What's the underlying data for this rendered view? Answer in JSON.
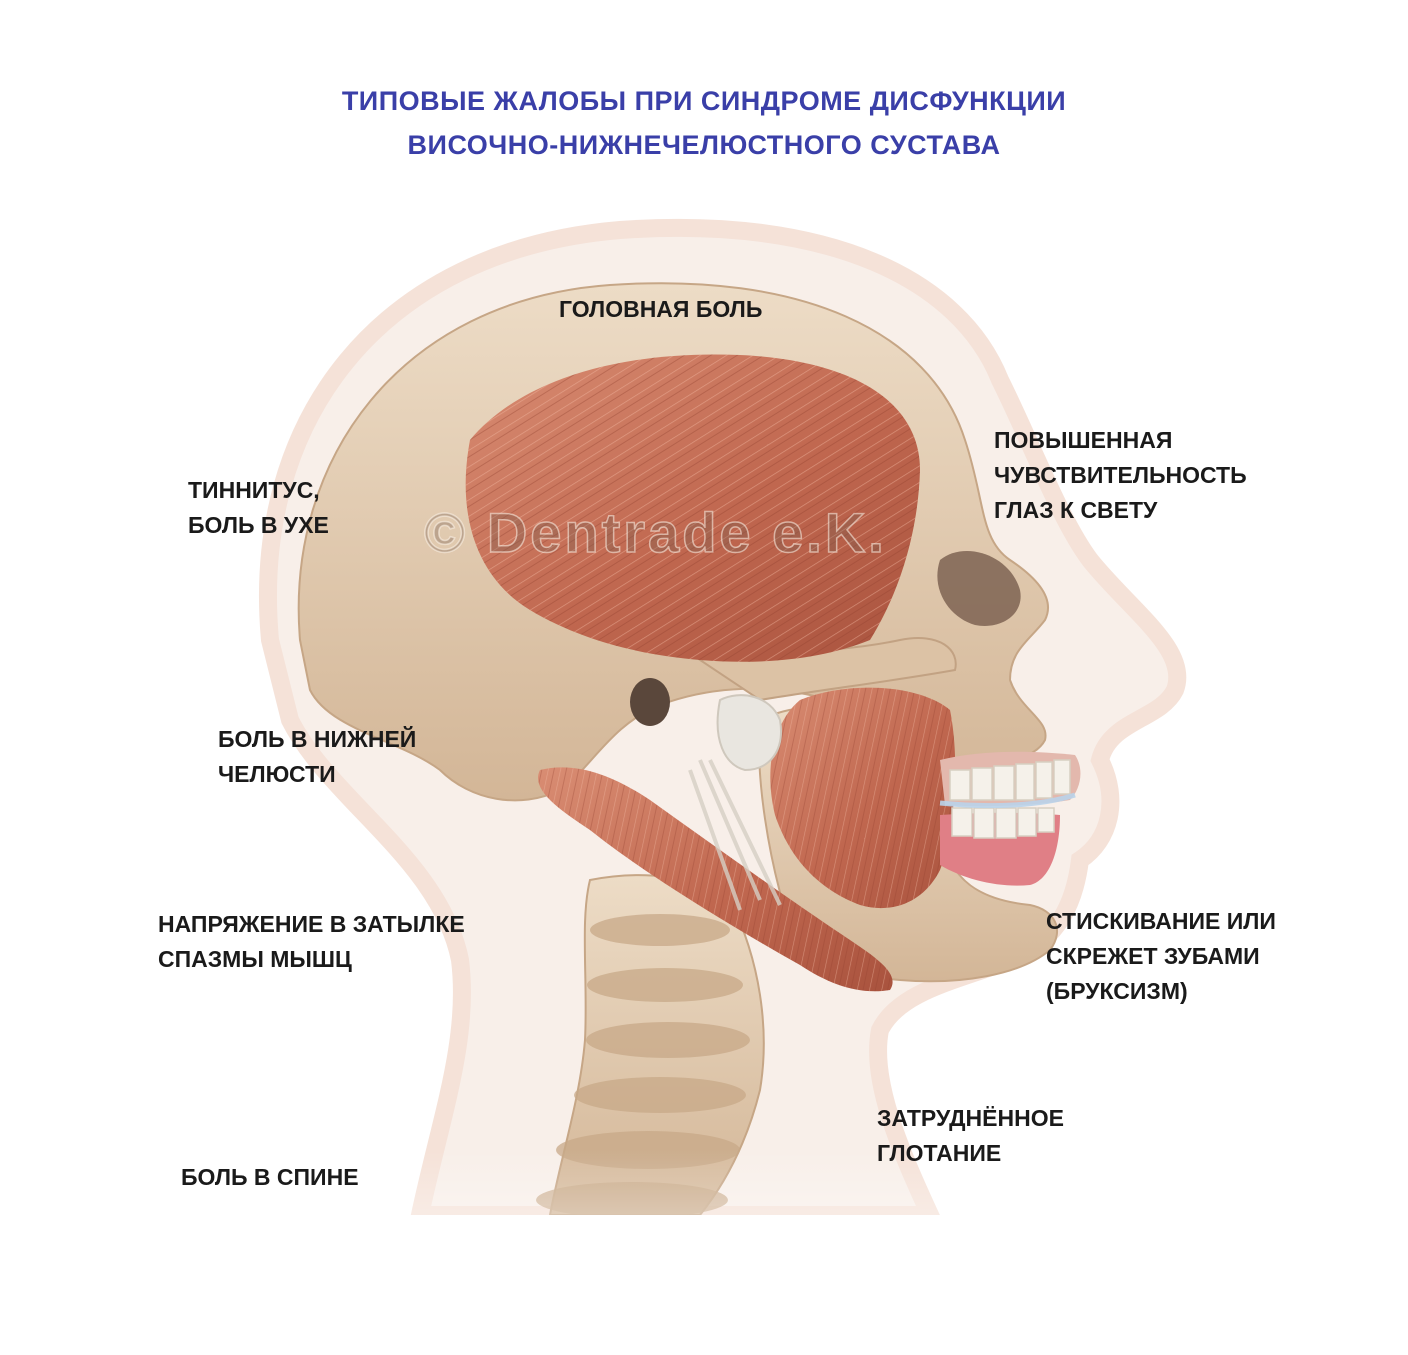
{
  "title": {
    "line1": "ТИПОВЫЕ ЖАЛОБЫ ПРИ СИНДРОМЕ ДИСФУНКЦИИ",
    "line2": "ВИСОЧНО-НИЖНЕЧЕЛЮСТНОГО СУСТАВА",
    "color": "#3a3fa8"
  },
  "watermark": "© Dentrade e.K.",
  "labels": {
    "headache": {
      "lines": [
        "ГОЛОВНАЯ БОЛЬ"
      ]
    },
    "tinnitus": {
      "lines": [
        "ТИННИТУС,",
        "БОЛЬ В УХЕ"
      ]
    },
    "light": {
      "lines": [
        "ПОВЫШЕННАЯ",
        "ЧУВСТВИТЕЛЬНОСТЬ",
        "ГЛАЗ К СВЕТУ"
      ]
    },
    "jaw": {
      "lines": [
        "БОЛЬ В НИЖНЕЙ",
        "ЧЕЛЮСТИ"
      ]
    },
    "neck": {
      "lines": [
        "НАПРЯЖЕНИЕ В ЗАТЫЛКЕ",
        "СПАЗМЫ МЫШЦ"
      ]
    },
    "bruxism": {
      "lines": [
        "СТИСКИВАНИЕ ИЛИ",
        "СКРЕЖЕТ ЗУБАМИ",
        "(БРУКСИЗМ)"
      ]
    },
    "swallow": {
      "lines": [
        "ЗАТРУДНЁННОЕ",
        "ГЛОТАНИЕ"
      ]
    },
    "back": {
      "lines": [
        "БОЛЬ В СПИНЕ"
      ]
    }
  },
  "colors": {
    "bone": "#e3cdb3",
    "bone_shadow": "#c9ab8c",
    "muscle": "#c0674f",
    "muscle_light": "#d98d73",
    "skin_halo": "#f1d9cc",
    "gum": "#e07f86",
    "teeth": "#f5f1ea"
  }
}
